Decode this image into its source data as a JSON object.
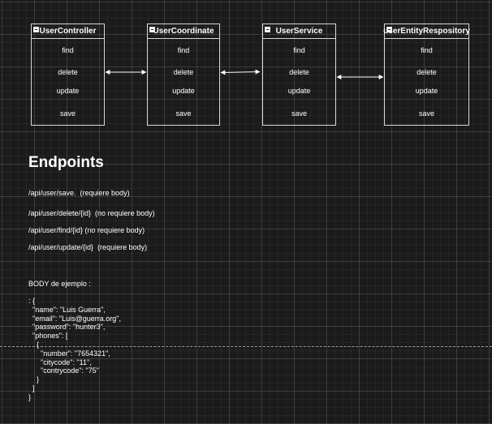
{
  "diagram": {
    "boxes": [
      {
        "title": "UserController",
        "methods": [
          "find",
          "delete",
          "update",
          "save"
        ]
      },
      {
        "title": "UserCoordinate",
        "methods": [
          "find",
          "delete",
          "update",
          "save"
        ]
      },
      {
        "title": "UserService",
        "methods": [
          "find",
          "delete",
          "update",
          "save"
        ]
      },
      {
        "title": "userEntityRespository",
        "methods": [
          "find",
          "delete",
          "update",
          "save"
        ]
      }
    ]
  },
  "endpoints": {
    "title": "Endpoints",
    "items": [
      "/api/user/save.  (requiere body)",
      "/api/user/delete/{id}  (no requiere body)",
      "/api/user/find/{id} (no requiere body)",
      "/api/user/update/{id}  (requiere body)"
    ]
  },
  "example": {
    "label": "BODY de ejemplo :",
    "json": ": {\n  \"name\": \"Luis Guerra\",\n  \"email\": \"Luis@guerra.org\",\n  \"password\": \"hunter3\",\n  \"phones\": [\n    {\n      \"number\": \"7654321\",\n      \"citycode\": \"11\",\n      \"contrycode\": \"75\"\n    }\n  ]\n}"
  }
}
